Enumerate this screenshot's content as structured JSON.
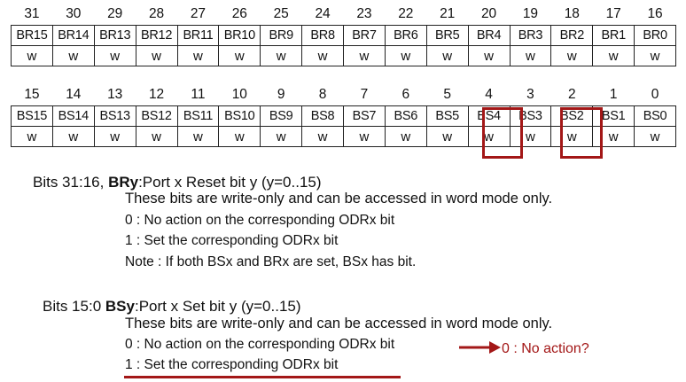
{
  "register": {
    "upper": {
      "bits": [
        "31",
        "30",
        "29",
        "28",
        "27",
        "26",
        "25",
        "24",
        "23",
        "22",
        "21",
        "20",
        "19",
        "18",
        "17",
        "16"
      ],
      "names": [
        "BR15",
        "BR14",
        "BR13",
        "BR12",
        "BR11",
        "BR10",
        "BR9",
        "BR8",
        "BR7",
        "BR6",
        "BR5",
        "BR4",
        "BR3",
        "BR2",
        "BR1",
        "BR0"
      ],
      "access": [
        "w",
        "w",
        "w",
        "w",
        "w",
        "w",
        "w",
        "w",
        "w",
        "w",
        "w",
        "w",
        "w",
        "w",
        "w",
        "w"
      ]
    },
    "lower": {
      "bits": [
        "15",
        "14",
        "13",
        "12",
        "11",
        "10",
        "9",
        "8",
        "7",
        "6",
        "5",
        "4",
        "3",
        "2",
        "1",
        "0"
      ],
      "names": [
        "BS15",
        "BS14",
        "BS13",
        "BS12",
        "BS11",
        "BS10",
        "BS9",
        "BS8",
        "BS7",
        "BS6",
        "BS5",
        "BS4",
        "BS3",
        "BS2",
        "BS1",
        "BS0"
      ],
      "access": [
        "w",
        "w",
        "w",
        "w",
        "w",
        "w",
        "w",
        "w",
        "w",
        "w",
        "w",
        "w",
        "w",
        "w",
        "w",
        "w"
      ]
    }
  },
  "desc": {
    "reset": {
      "bits_label": "Bits 31:16,",
      "field": "BRy",
      "title": ":Port x Reset bit y (y=0..15)",
      "line1": "These bits are write-only and can be accessed in word mode only.",
      "line2": "0 : No action on the corresponding ODRx bit",
      "line3": "1 : Set the corresponding ODRx bit",
      "line4": "Note : If both BSx and BRx are set, BSx has bit."
    },
    "set": {
      "bits_label": "Bits 15:0",
      "field": "BSy",
      "title": ":Port x Set bit y (y=0..15)",
      "line1": "These bits are write-only and can be accessed in word mode only.",
      "line2": "0 : No action on the corresponding ODRx bit",
      "line3": "1 : Set the corresponding ODRx bit"
    }
  },
  "annotation": {
    "text": "0 : No action?",
    "color": "#a31717"
  }
}
